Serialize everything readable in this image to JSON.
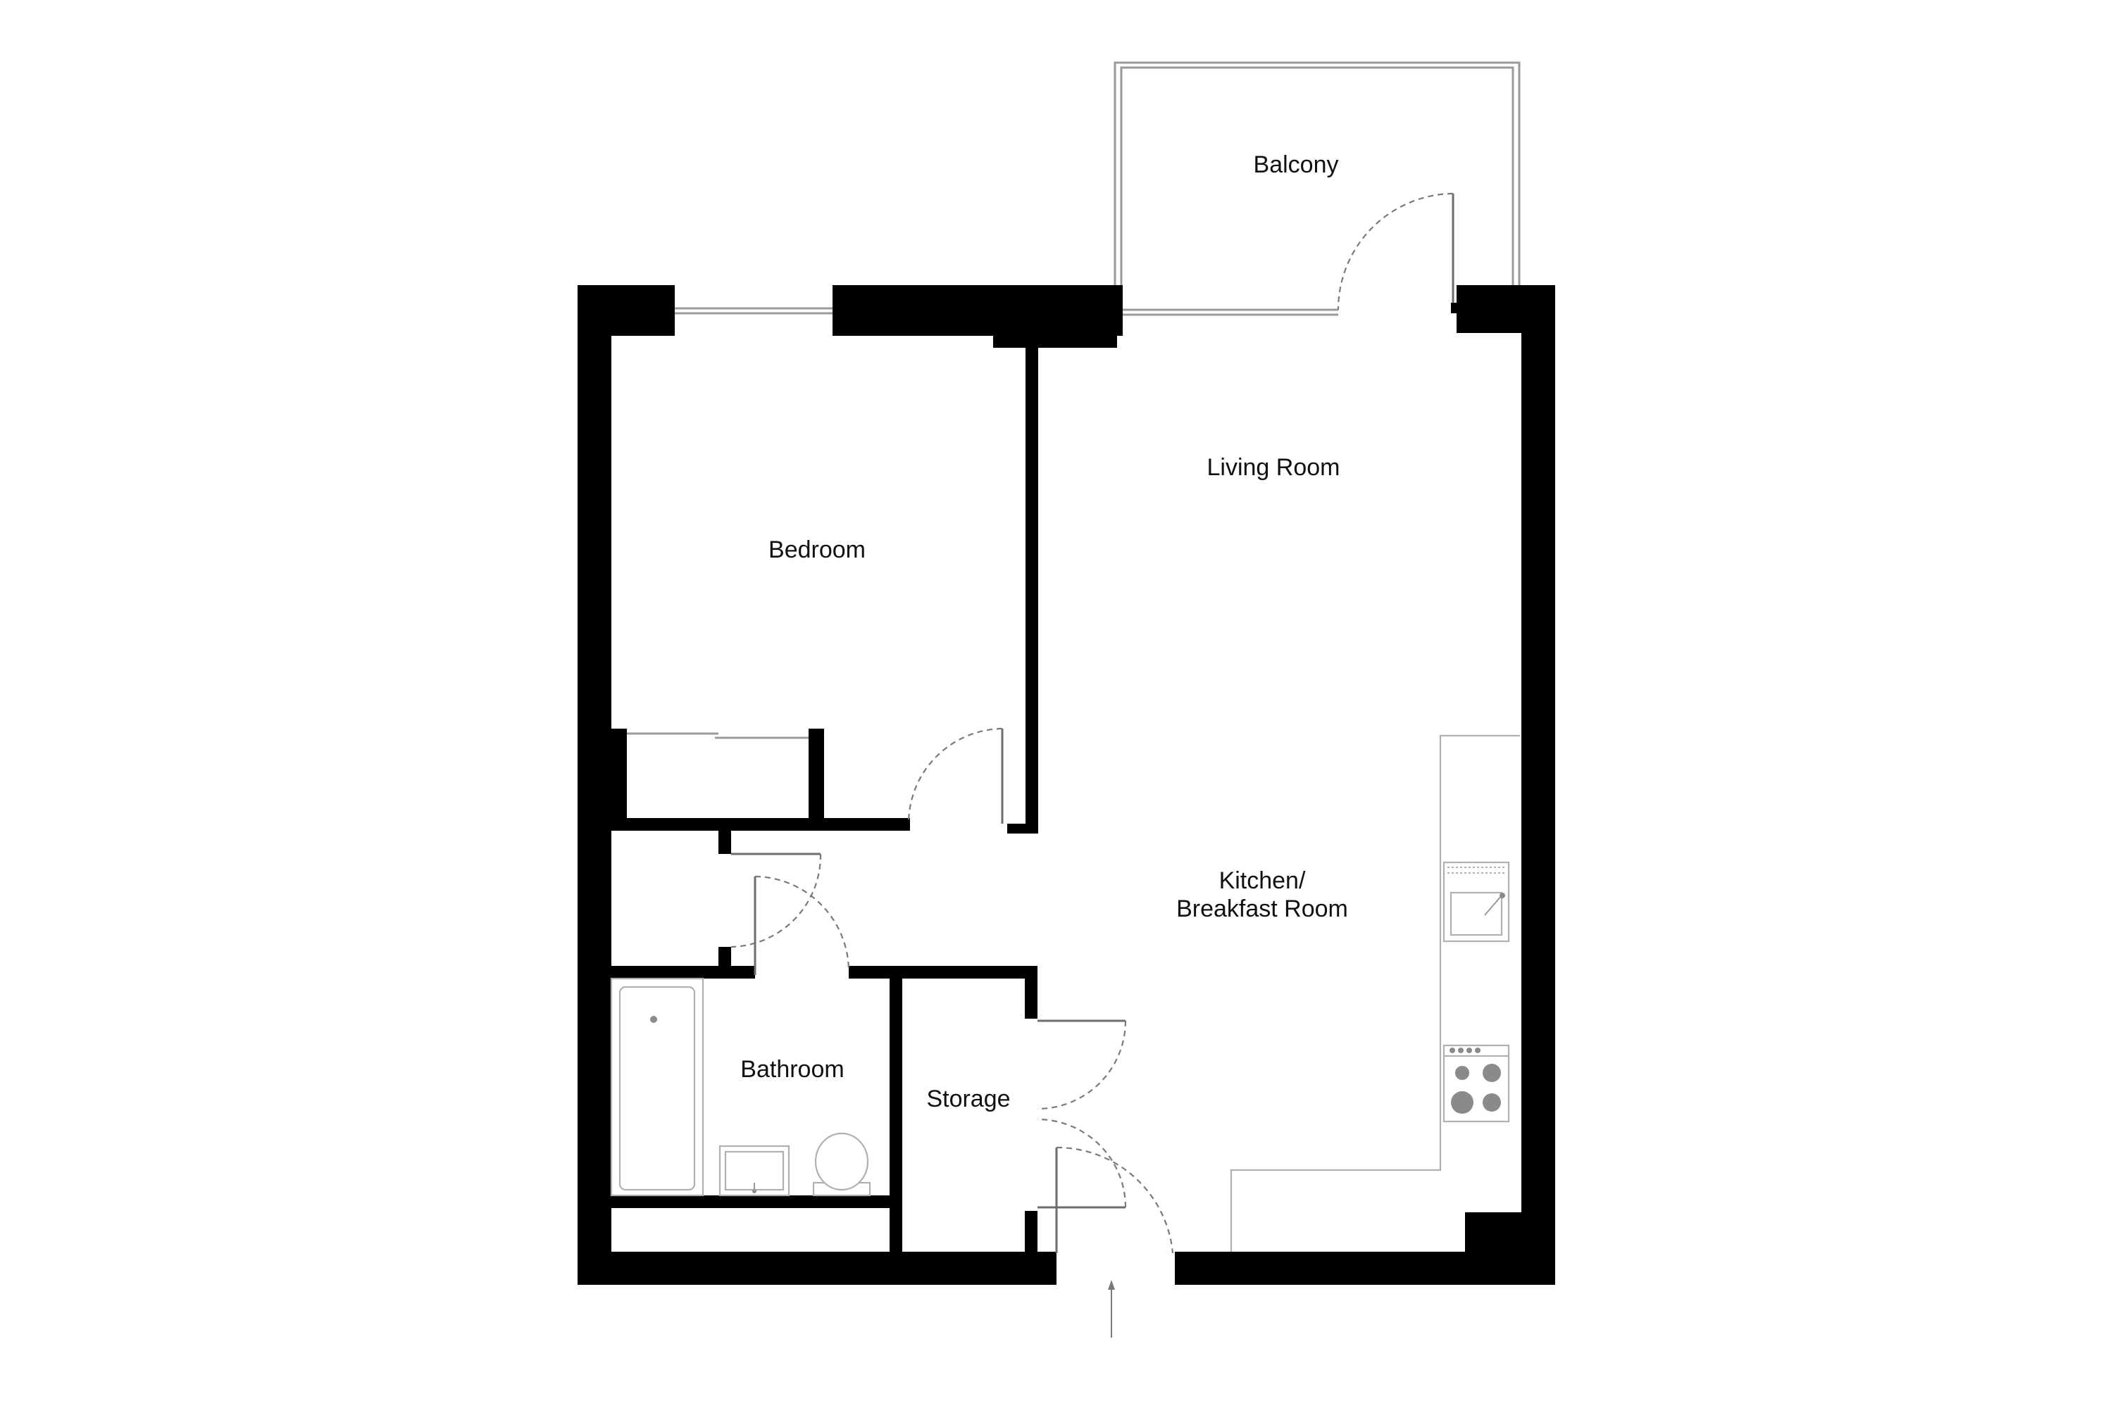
{
  "rooms": {
    "balcony": "Balcony",
    "living_room": "Living Room",
    "bedroom": "Bedroom",
    "kitchen_line1": "Kitchen/",
    "kitchen_line2": "Breakfast Room",
    "bathroom": "Bathroom",
    "storage": "Storage"
  },
  "colors": {
    "wall": "#000000",
    "line": "#9a9a9a",
    "background": "#ffffff"
  },
  "icons": [
    "entrance-arrow-icon",
    "bathtub-icon",
    "toilet-icon",
    "sink-icon",
    "hob-icon",
    "kitchen-sink-icon"
  ]
}
